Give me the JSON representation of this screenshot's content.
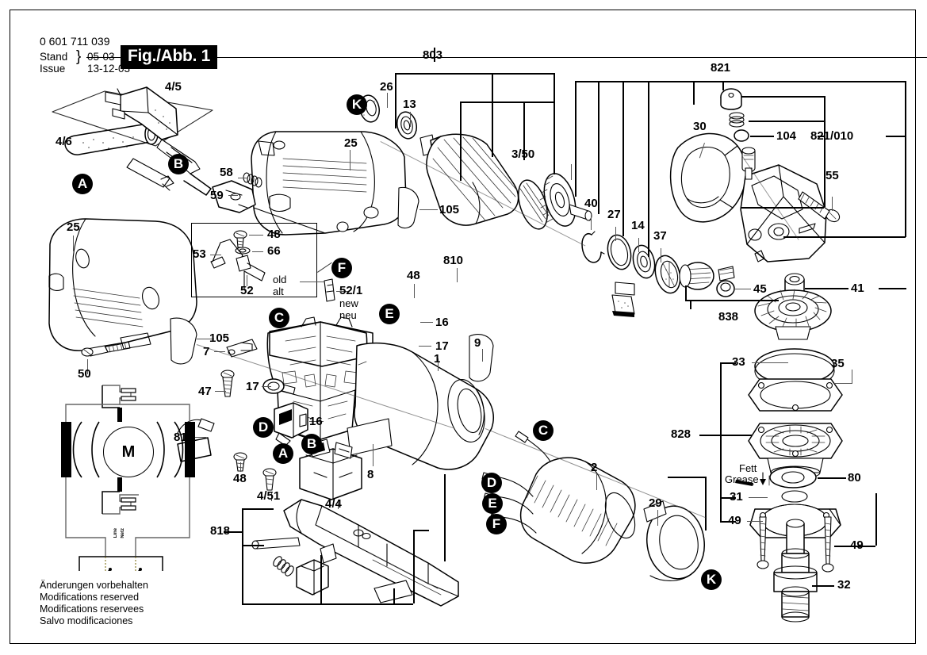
{
  "header": {
    "part_number": "0 601 711 039",
    "stand_label": "Stand",
    "issue_label": "Issue",
    "brace": "}",
    "stand_value": "05-03",
    "issue_value": "13-12-03",
    "fig_box": "Fig./Abb. 1"
  },
  "footer": {
    "lines": [
      "Änderungen vorbehalten",
      "Modifications reserved",
      "Modifications reservees",
      "Salvo modificaciones"
    ]
  },
  "notes": {
    "old": "old",
    "alt": "alt",
    "new": "new",
    "neu": "neu",
    "fett": "Fett",
    "grease": "Grease",
    "line": "Line",
    "netz": "Netz",
    "motor": "M"
  },
  "part_numbers": {
    "n_4_5": "4/5",
    "n_4_6": "4/6",
    "n_58": "58",
    "n_59": "59",
    "n_25a": "25",
    "n_25b": "25",
    "n_26": "26",
    "n_13": "13",
    "n_803": "803",
    "n_3_50": "3/50",
    "n_105a": "105",
    "n_105b": "105",
    "n_40": "40",
    "n_27": "27",
    "n_14": "14",
    "n_37": "37",
    "n_821": "821",
    "n_104": "104",
    "n_821_010": "821/010",
    "n_30": "30",
    "n_55": "55",
    "n_41": "41",
    "n_45": "45",
    "n_838": "838",
    "n_50": "50",
    "n_48a": "48",
    "n_66": "66",
    "n_53": "53",
    "n_52": "52",
    "n_52_1": "52/1",
    "n_48b": "48",
    "n_810a": "810",
    "n_810b": "810",
    "n_16a": "16",
    "n_16b": "16",
    "n_17a": "17",
    "n_17b": "17",
    "n_7": "7",
    "n_47": "47",
    "n_48c": "48",
    "n_9": "9",
    "n_1": "1",
    "n_2": "2",
    "n_8": "8",
    "n_4_51": "4/51",
    "n_4_4": "4/4",
    "n_818": "818",
    "n_29": "29",
    "n_828": "828",
    "n_33": "33",
    "n_35": "35",
    "n_80": "80",
    "n_31": "31",
    "n_49a": "49",
    "n_49b": "49",
    "n_32": "32"
  },
  "callouts": {
    "a1": "A",
    "b1": "B",
    "k1": "K",
    "f1": "F",
    "c1": "C",
    "e1": "E",
    "d1": "D",
    "b2": "B",
    "a2": "A",
    "c2": "C",
    "d2": "D",
    "e2": "E",
    "f2": "F",
    "k2": "K"
  },
  "colors": {
    "line": "#000000",
    "fill": "#ffffff",
    "shade": "#f2f2f2",
    "accent": "#000000"
  }
}
